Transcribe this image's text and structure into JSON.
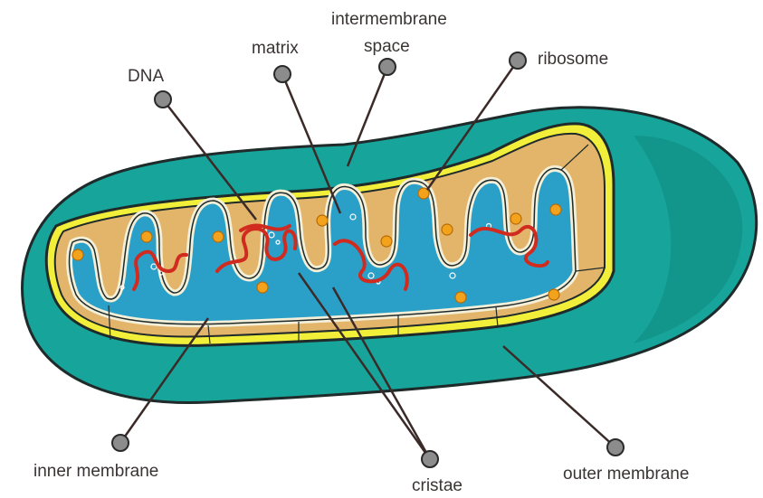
{
  "labels": {
    "dna": "DNA",
    "matrix": "matrix",
    "intermembrane_space_line1": "intermembrane",
    "intermembrane_space_line2": "space",
    "ribosome": "ribosome",
    "inner_membrane": "inner membrane",
    "cristae": "cristae",
    "outer_membrane": "outer membrane"
  },
  "colors": {
    "outer_membrane": "#17a49a",
    "outer_membrane_dark": "#0e8a80",
    "outline": "#1f2a2a",
    "membrane_yellow": "#f2ef3a",
    "intermembrane_tan": "#e2b56a",
    "cristae_edge": "#f3efd8",
    "matrix_blue": "#2aa0c9",
    "dna_red": "#d12a1f",
    "ribosome_orange": "#f3a21c",
    "pointer_line": "#3a2a28",
    "pointer_dot": "#8c8c8c",
    "label_text": "#3a3434"
  }
}
